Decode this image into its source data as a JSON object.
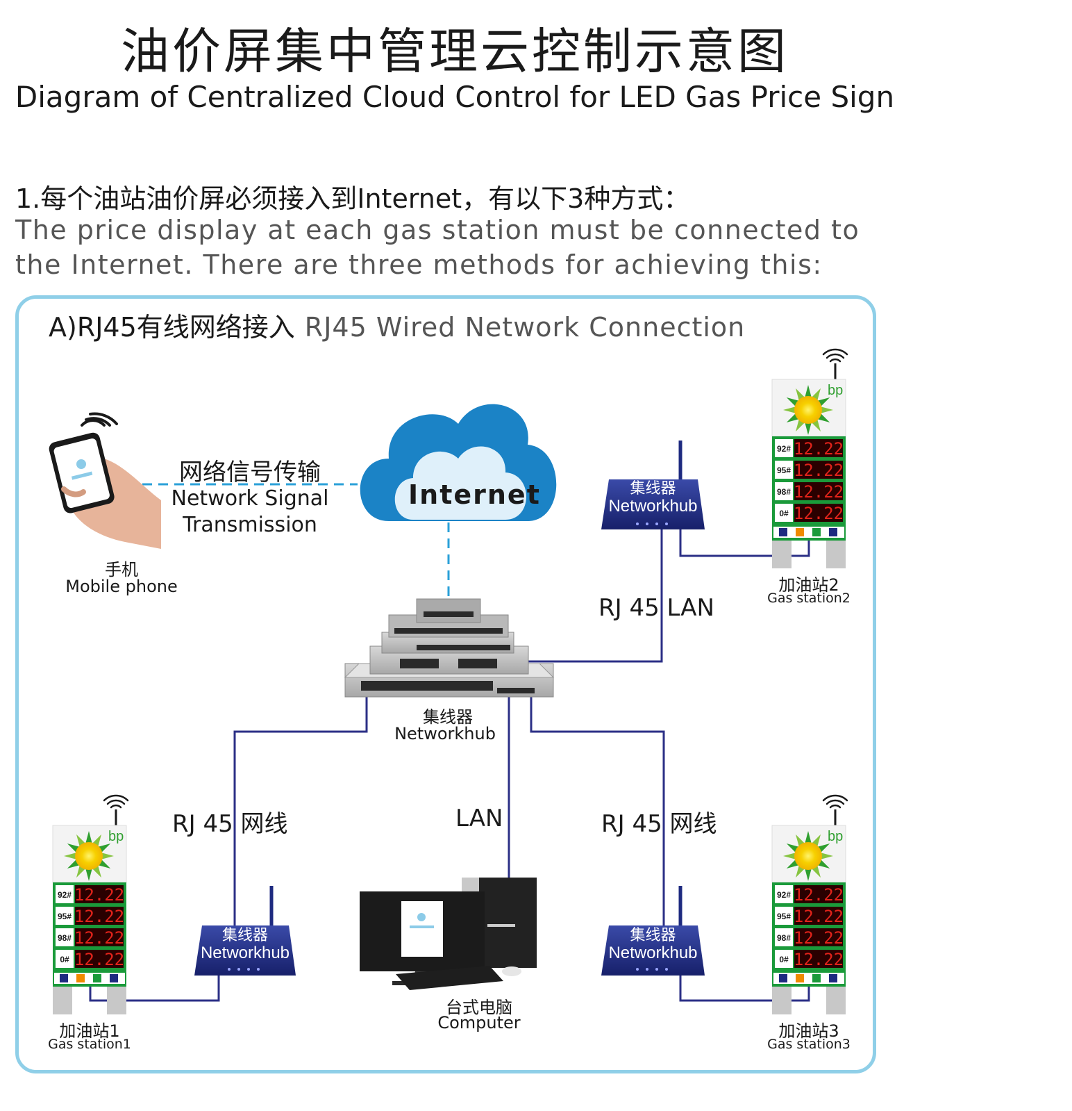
{
  "header": {
    "title_cn": "油价屏集中管理云控制示意图",
    "title_en": "Diagram of Centralized Cloud Control for LED Gas Price Sign"
  },
  "intro": {
    "heading_cn": "1.每个油站油价屏必须接入到Internet，有以下3种方式：",
    "line1_en": "The price display at each gas station must be connected to",
    "line2_en": "the Internet. There are three methods for achieving this:"
  },
  "panel": {
    "title_cn": "A)RJ45有线网络接入",
    "title_en": "RJ45 Wired Network Connection"
  },
  "cloud": {
    "label": "Internet"
  },
  "signal": {
    "label_cn": "网络信号传输",
    "label_en_1": "Network Signal",
    "label_en_2": "Transmission"
  },
  "phone": {
    "label_cn": "手机",
    "label_en": "Mobile phone"
  },
  "main_hub": {
    "label_cn": "集线器",
    "label_en": "Networkhub"
  },
  "small_hub": {
    "label_cn": "集线器",
    "label_en": "Networkhub"
  },
  "links": {
    "top_right": "RJ 45 LAN",
    "left": "RJ 45 网线",
    "center": "LAN",
    "right": "RJ 45 网线"
  },
  "computer": {
    "label_cn": "台式电脑",
    "label_en": "Computer"
  },
  "stations": [
    {
      "label_cn": "加油站1",
      "label_en": "Gas station1"
    },
    {
      "label_cn": "加油站2",
      "label_en": "Gas station2"
    },
    {
      "label_cn": "加油站3",
      "label_en": "Gas station3"
    }
  ],
  "sign": {
    "brand": "bp",
    "grades": [
      "92#",
      "95#",
      "98#",
      "0#"
    ],
    "price": "12.22"
  },
  "colors": {
    "line": "#2b2f86",
    "hub": "#1e2a80",
    "cloud": "#1b83c6",
    "cloud_inner": "#dff0fa",
    "sign_green": "#1a9a3a",
    "led_red": "#e2231a",
    "panel_border": "#8fcfe8",
    "dashed": "#2aa0d8"
  }
}
